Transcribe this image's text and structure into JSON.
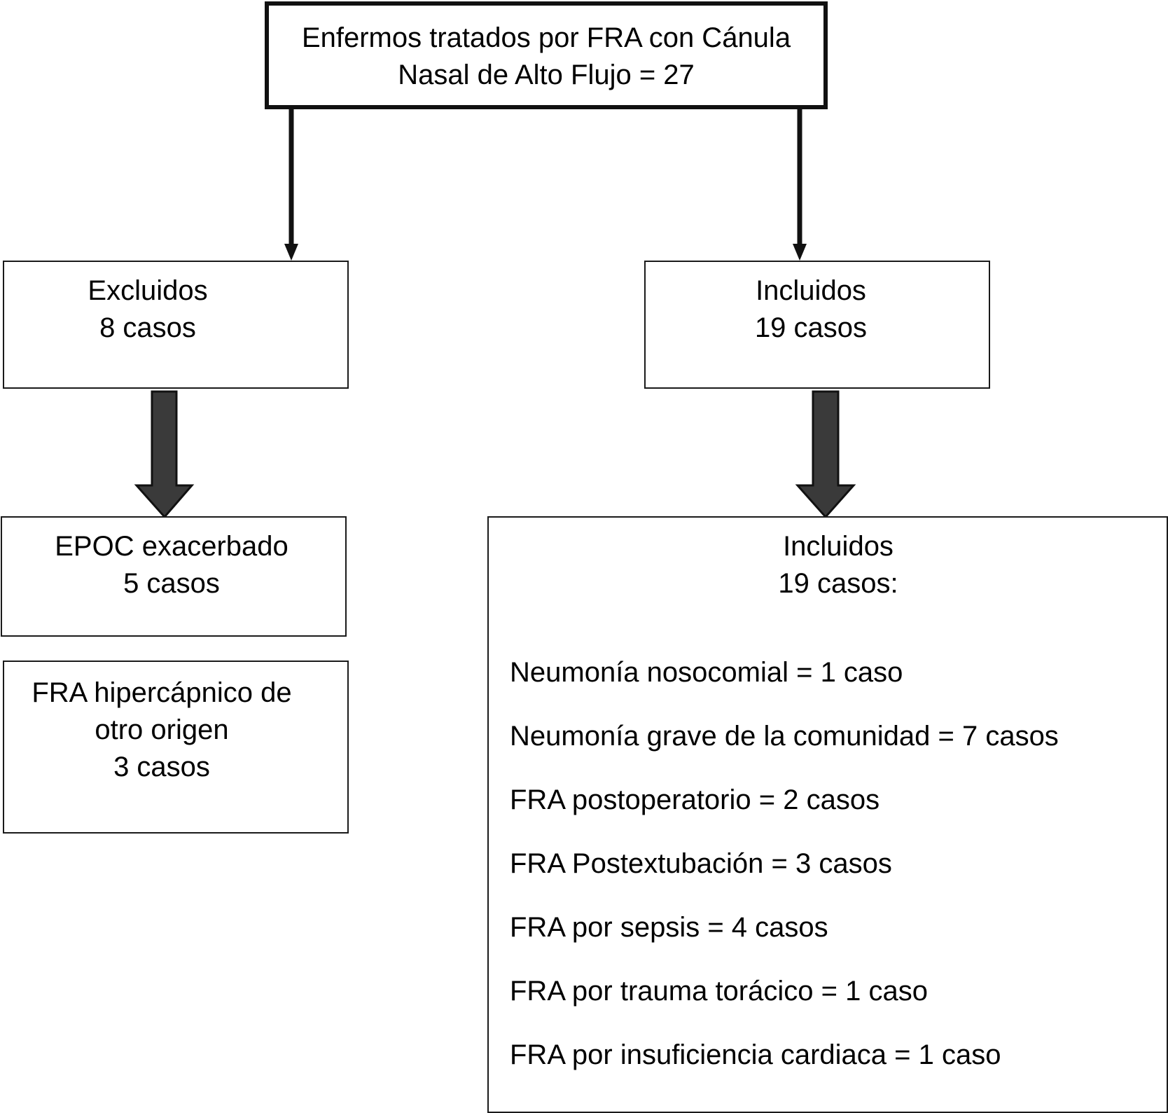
{
  "top": {
    "line1": "Enfermos tratados por FRA con Cánula",
    "line2": "Nasal de Alto Flujo = 27"
  },
  "excluded": {
    "title": "Excluidos",
    "count": "8 casos"
  },
  "included": {
    "title": "Incluidos",
    "count": "19 casos"
  },
  "excluded_breakdown": [
    {
      "lines": [
        "EPOC exacerbado",
        "5 casos"
      ]
    },
    {
      "lines": [
        "FRA hipercápnico de",
        "otro origen",
        "3 casos"
      ]
    }
  ],
  "included_detail": {
    "title": "Incluidos",
    "count": "19 casos:",
    "items": [
      "Neumonía nosocomial = 1 caso",
      "Neumonía grave de la comunidad = 7 casos",
      "FRA postoperatorio = 2 casos",
      "FRA Postextubación = 3 casos",
      "FRA por sepsis = 4 casos",
      "FRA por trauma torácico = 1 caso",
      "FRA por insuficiencia cardiaca = 1 caso"
    ]
  },
  "colors": {
    "line": "#111111",
    "thick_arrow_fill": "#3a3a3a",
    "box_border": "#1a1a1a"
  }
}
